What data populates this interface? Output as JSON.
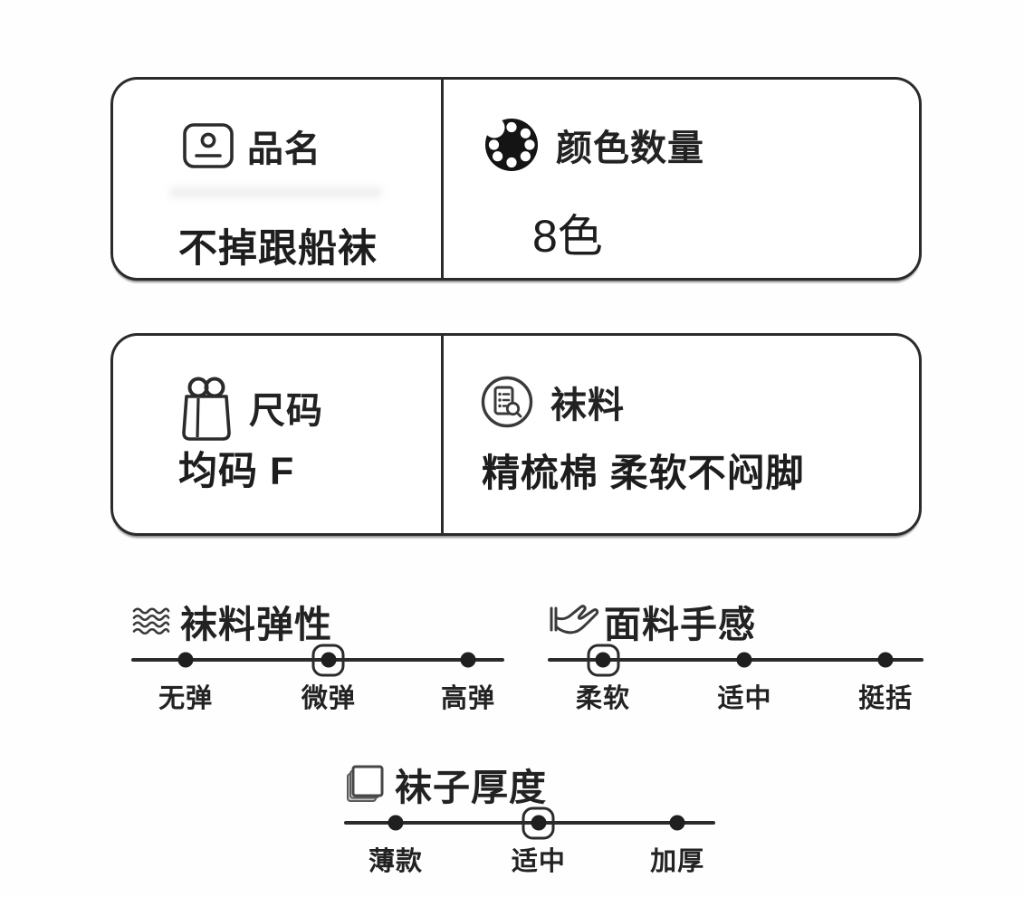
{
  "page": {
    "background": "#fefefe",
    "ink_color": "#2b2b2b",
    "text_color": "#1e1e1e"
  },
  "cards": [
    {
      "left": {
        "icon": "id-badge-icon",
        "label": "品名",
        "value": "不掉跟船袜"
      },
      "right": {
        "icon": "palette-icon",
        "label": "颜色数量",
        "value": "8色"
      }
    },
    {
      "left": {
        "icon": "shopping-bag-icon",
        "label": "尺码",
        "value": "均码 F"
      },
      "right": {
        "icon": "fabric-doc-icon",
        "label": "袜料",
        "value": "精梳棉 柔软不闷脚"
      }
    }
  ],
  "sliders": [
    {
      "icon": "waves-icon",
      "title": "袜料弹性",
      "options": [
        "无弹",
        "微弹",
        "高弹"
      ],
      "selected_index": 1,
      "selected_label": "微弹"
    },
    {
      "icon": "hand-icon",
      "title": "面料手感",
      "options": [
        "柔软",
        "适中",
        "挺括"
      ],
      "selected_index": 0,
      "selected_label": "柔软"
    },
    {
      "icon": "layers-icon",
      "title": "袜子厚度",
      "options": [
        "薄款",
        "适中",
        "加厚"
      ],
      "selected_index": 1,
      "selected_label": "适中"
    }
  ]
}
